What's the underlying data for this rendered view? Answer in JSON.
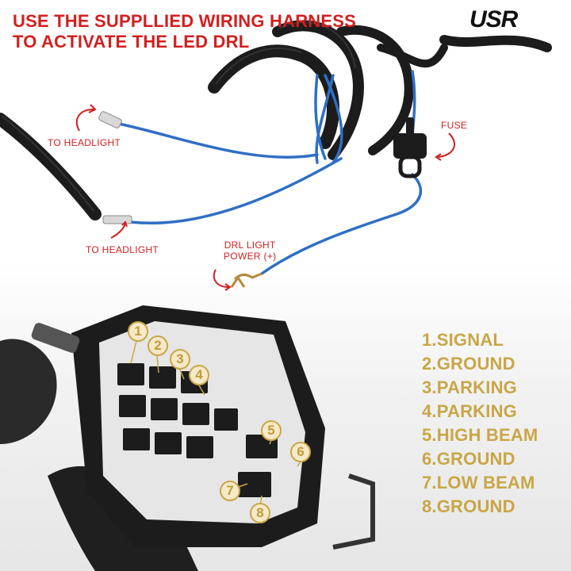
{
  "headline": {
    "line1": "USE THE SUPPLLIED WIRING HARNESS",
    "line2": "TO ACTIVATE THE LED DRL"
  },
  "brand": {
    "logo_text": "USR"
  },
  "callouts": {
    "to_headlight_top": "TO HEADLIGHT",
    "to_headlight_bottom": "TO HEADLIGHT",
    "fuse": "FUSE",
    "drl_power_line1": "DRL LIGHT",
    "drl_power_line2": "POWER (+)"
  },
  "connector": {
    "pin_numbers": [
      "1",
      "2",
      "3",
      "4",
      "5",
      "6",
      "7",
      "8"
    ]
  },
  "pin_legend": [
    "1.SIGNAL",
    "2.GROUND",
    "3.PARKING",
    "4.PARKING",
    "5.HIGH BEAM",
    "6.GROUND",
    "7.LOW BEAM",
    "8.GROUND"
  ],
  "colors": {
    "headline_red": "#d21f1f",
    "legend_gold": "#c9a646",
    "wire_blue": "#2f6fc4",
    "cable_black": "#1c1c1c"
  }
}
